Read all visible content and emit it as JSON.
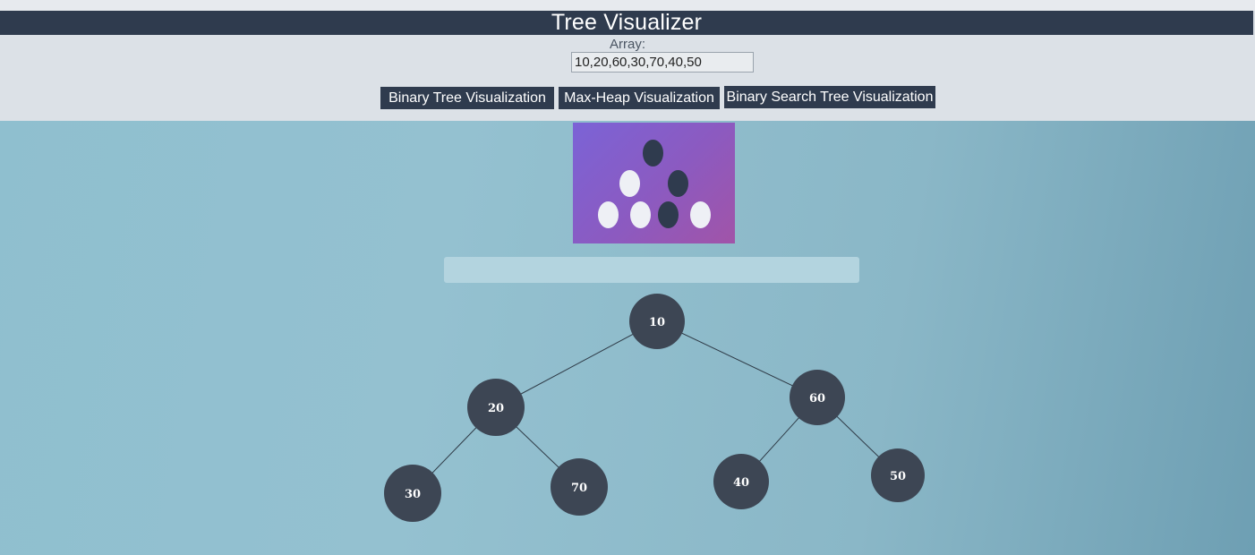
{
  "header": {
    "title": "Tree Visualizer"
  },
  "controls": {
    "array_label": "Array:",
    "array_value": "10,20,60,30,70,40,50",
    "buttons": [
      {
        "label": "Binary Tree Visualization"
      },
      {
        "label": "Max-Heap Visualization"
      },
      {
        "label": "Binary Search Tree Visualization"
      }
    ]
  },
  "logo": {
    "icon": "tree-dots-icon",
    "colors": {
      "card": "#8c5ac0",
      "dark_dot": "#2f3b4e",
      "light_dot": "#eef0f5"
    }
  },
  "message": "",
  "tree": {
    "nodes": [
      {
        "value": "10"
      },
      {
        "value": "20"
      },
      {
        "value": "60"
      },
      {
        "value": "30"
      },
      {
        "value": "70"
      },
      {
        "value": "40"
      },
      {
        "value": "50"
      }
    ],
    "edges": [
      [
        "10",
        "20"
      ],
      [
        "10",
        "60"
      ],
      [
        "20",
        "30"
      ],
      [
        "20",
        "70"
      ],
      [
        "60",
        "40"
      ],
      [
        "60",
        "50"
      ]
    ]
  },
  "colors": {
    "header": "#2f3b4e",
    "button": "#2f3b4e",
    "node": "#3d4654",
    "stage": "#8fbfcf"
  }
}
